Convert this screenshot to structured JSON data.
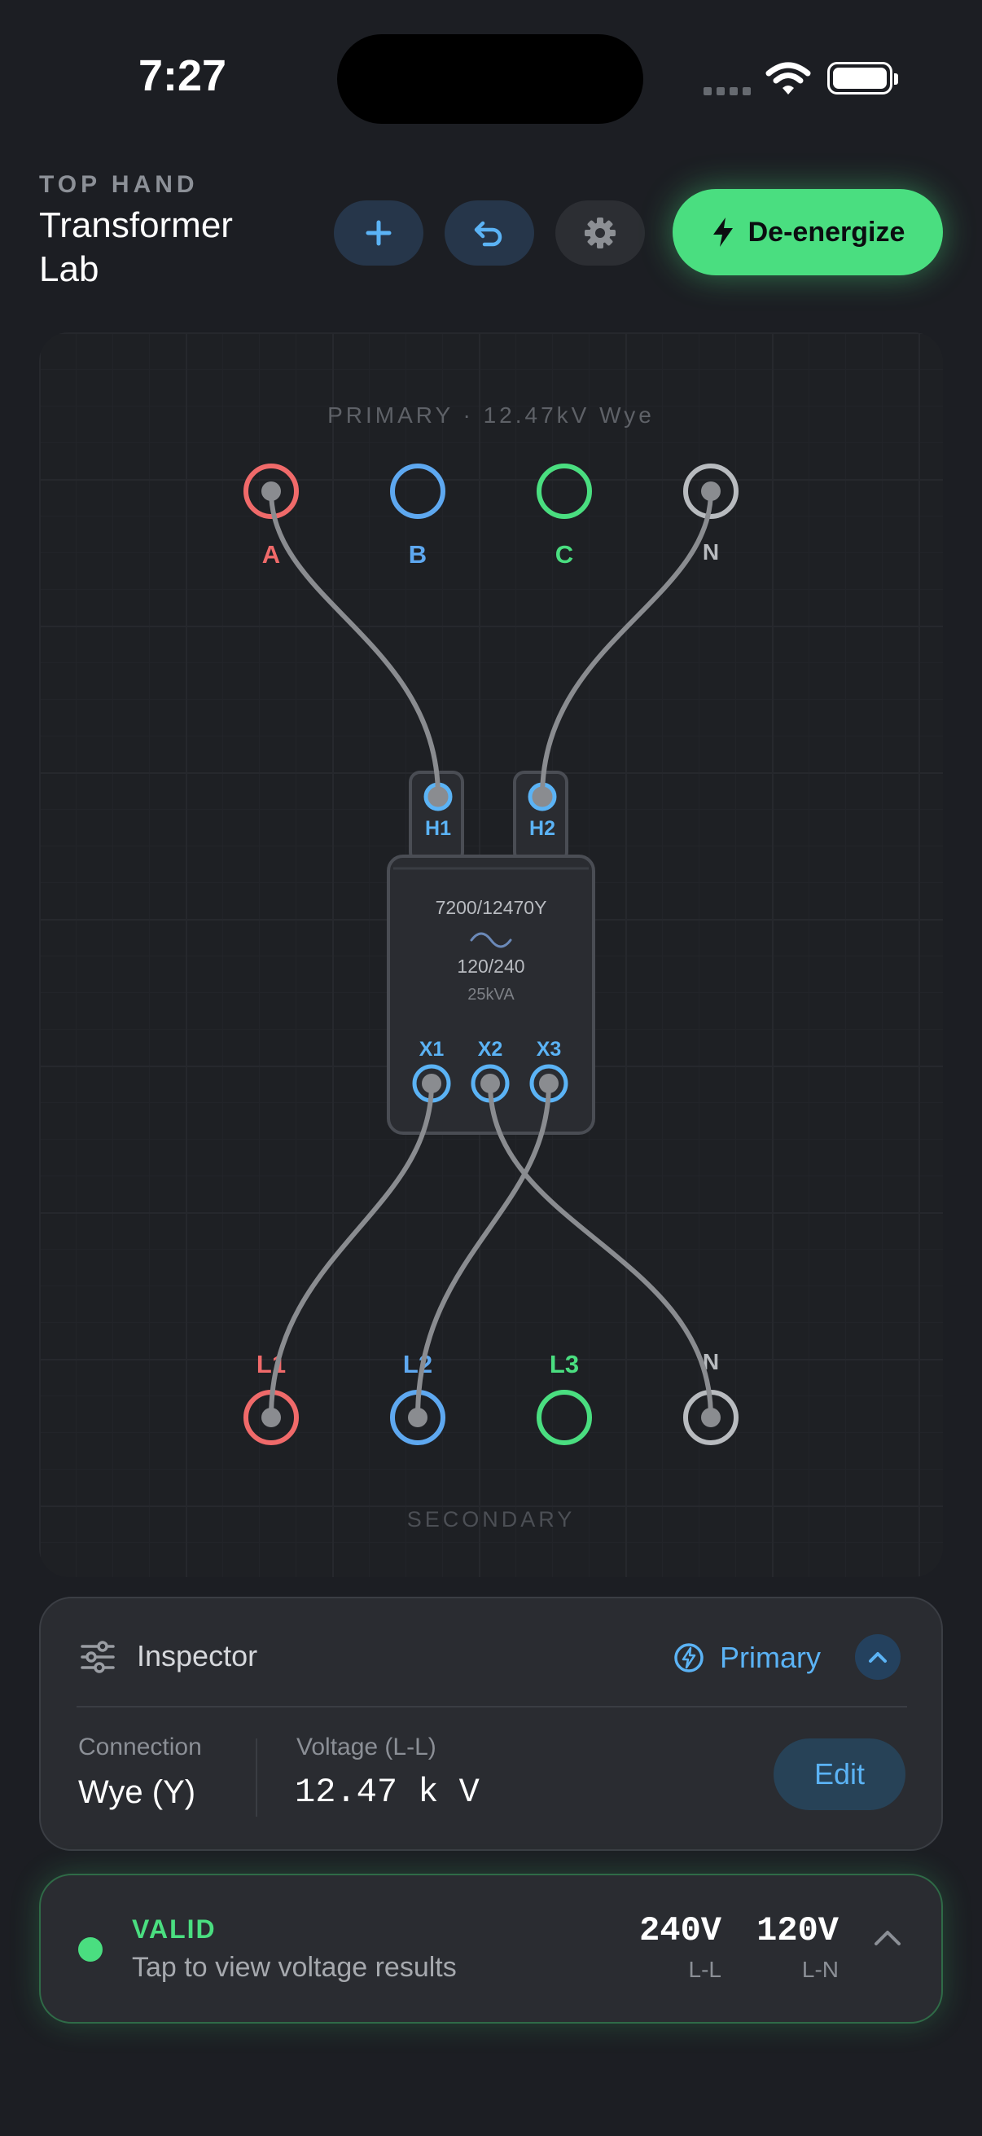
{
  "status_bar": {
    "time": "7:27"
  },
  "header": {
    "brand": "TOP HAND",
    "title": "Transformer Lab",
    "deenergize_label": "De-energize",
    "icons": [
      "plus-icon",
      "undo-icon",
      "gear-icon",
      "bolt-icon"
    ]
  },
  "canvas": {
    "primary_label": "PRIMARY · 12.47kV Wye",
    "secondary_label": "SECONDARY",
    "primary_terminals": [
      "A",
      "B",
      "C",
      "N"
    ],
    "secondary_terminals": [
      "L1",
      "L2",
      "L3",
      "N"
    ],
    "bushings_high": [
      "H1",
      "H2"
    ],
    "bushings_low": [
      "X1",
      "X2",
      "X3"
    ],
    "transformer": {
      "primary_rating": "7200/12470Y",
      "secondary_rating": "120/240",
      "kva": "25kVA"
    },
    "colors": {
      "phase_a": "#f06a6a",
      "phase_b": "#5ea8f0",
      "phase_c": "#4ade80",
      "neutral": "#b8bbbf",
      "bushing": "#5bb3f5",
      "wire": "#8a8c90"
    }
  },
  "inspector": {
    "title": "Inspector",
    "mode": "Primary",
    "connection_label": "Connection",
    "connection_value": "Wye (Y)",
    "voltage_label": "Voltage (L-L)",
    "voltage_value": "12.47 k V",
    "edit_label": "Edit"
  },
  "status": {
    "state": "VALID",
    "hint": "Tap to view voltage results",
    "ll_value": "240V",
    "ll_label": "L-L",
    "ln_value": "120V",
    "ln_label": "L-N",
    "accent": "#4ade80"
  }
}
